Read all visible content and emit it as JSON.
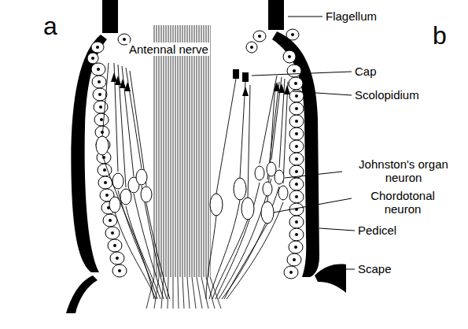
{
  "diagram": {
    "labels": [
      "a",
      "b",
      "Flagellum",
      "Antennal nerve",
      "Cap",
      "Scolopidium",
      "Johnston's organ neuron",
      "Chordotonal neuron",
      "Pedicel",
      "Scape"
    ]
  }
}
